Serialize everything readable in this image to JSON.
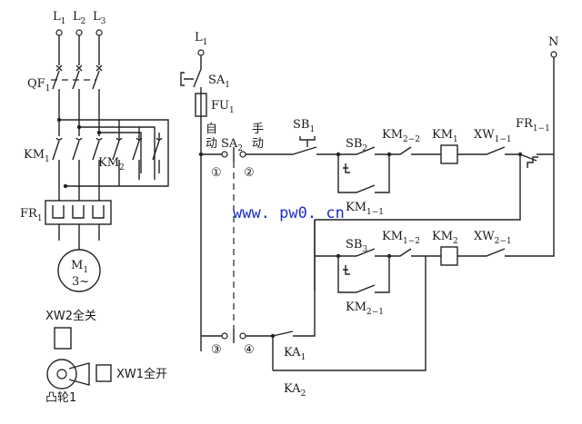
{
  "main_circuit": {
    "phase_labels": [
      "L",
      "L",
      "L"
    ],
    "phase_subs": [
      "1",
      "2",
      "3"
    ],
    "breaker": "QF",
    "breaker_sub": "1",
    "contactor1": "KM",
    "contactor1_sub": "1",
    "contactor2": "KM",
    "contactor2_sub": "2",
    "overload": "FR",
    "overload_sub": "1",
    "motor": "M",
    "motor_sub": "1",
    "motor_phase": "3~"
  },
  "cam": {
    "label_xw2": "XW2全关",
    "label_xw1": "XW1全开",
    "label_cam": "凸轮1"
  },
  "control": {
    "supply": "L",
    "supply_sub": "1",
    "switch1": "SA",
    "switch1_sub": "1",
    "fuse": "FU",
    "fuse_sub": "1",
    "auto_1": "自",
    "auto_2": "动",
    "mode_switch": "SA",
    "mode_switch_sub": "2",
    "manual_1": "手",
    "manual_2": "动",
    "pos1": "①",
    "pos2": "②",
    "pos3": "③",
    "pos4": "④",
    "sb1": "SB",
    "sb1_sub": "1",
    "sb2": "SB",
    "sb2_sub": "2",
    "sb3": "SB",
    "sb3_sub": "3",
    "km2_2": "KM",
    "km2_2_sub": "2−2",
    "km1_coil": "KM",
    "km1_coil_sub": "1",
    "xw1_1": "XW",
    "xw1_1_sub": "1−1",
    "fr1_1": "FR",
    "fr1_1_sub": "1−1",
    "km1_1": "KM",
    "km1_1_sub": "1−1",
    "km1_2": "KM",
    "km1_2_sub": "1−2",
    "km2_coil": "KM",
    "km2_coil_sub": "2",
    "xw2_1": "XW",
    "xw2_1_sub": "2−1",
    "km2_1": "KM",
    "km2_1_sub": "2−1",
    "ka1": "KA",
    "ka1_sub": "1",
    "ka2": "KA",
    "ka2_sub": "2",
    "neutral": "N"
  },
  "watermark": "www. pw0. cn"
}
